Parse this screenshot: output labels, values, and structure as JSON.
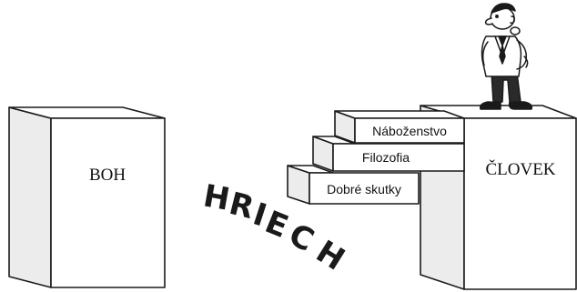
{
  "left_block": {
    "label": "BOH"
  },
  "right_block": {
    "label": "ČLOVEK"
  },
  "gap": {
    "label": "HRIECH",
    "letters": [
      "H",
      "R",
      "I",
      "E",
      "C",
      "H"
    ]
  },
  "steps": [
    {
      "label": "Náboženstvo"
    },
    {
      "label": "Filozofia"
    },
    {
      "label": "Dobré skutky"
    }
  ],
  "figure": {
    "icon": "man-figure"
  }
}
